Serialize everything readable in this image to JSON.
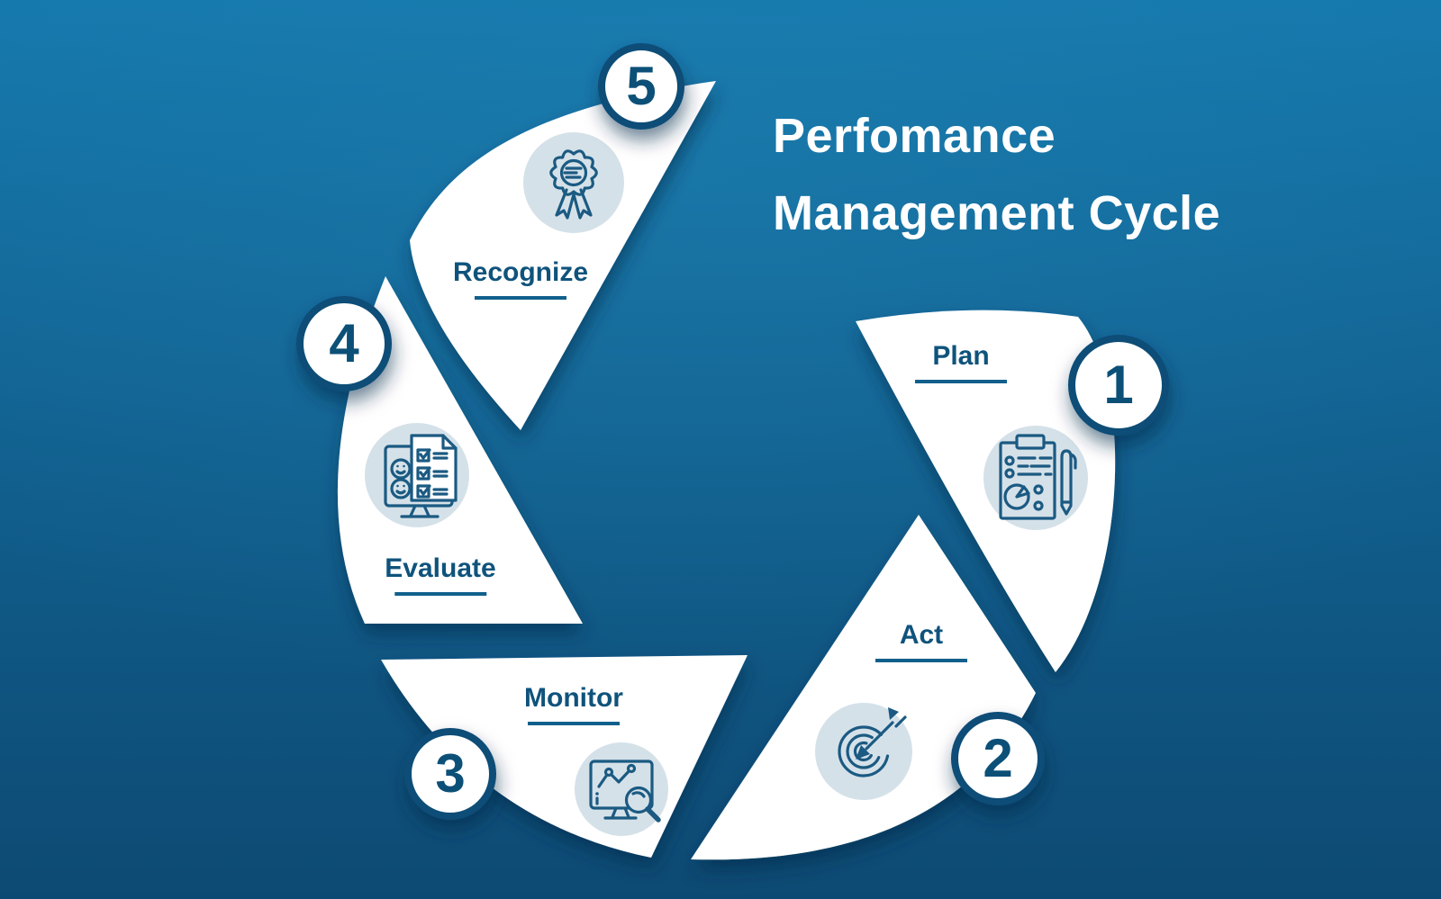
{
  "title": {
    "line1": "Perfomance",
    "line2": "Management Cycle"
  },
  "stages": [
    {
      "number": "1",
      "label": "Plan",
      "icon": "clipboard-pen-icon"
    },
    {
      "number": "2",
      "label": "Act",
      "icon": "target-dart-icon"
    },
    {
      "number": "3",
      "label": "Monitor",
      "icon": "monitor-chart-magnifier-icon"
    },
    {
      "number": "4",
      "label": "Evaluate",
      "icon": "monitor-checklist-icon"
    },
    {
      "number": "5",
      "label": "Recognize",
      "icon": "award-badge-icon"
    }
  ],
  "colors": {
    "background_top": "#1578ad",
    "background_bottom": "#0d4a73",
    "segment_fill": "#ffffff",
    "icon_circle_fill": "#d5e1e9",
    "ink": "#0f537c",
    "ring": "#0c4d77",
    "underline": "#11608c",
    "title_text": "#ffffff"
  }
}
